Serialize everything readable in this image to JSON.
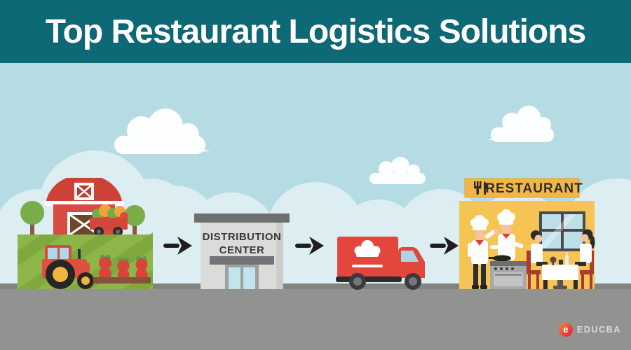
{
  "header": {
    "title": "Top Restaurant Logistics Solutions",
    "bg_color": "#0E6977",
    "text_color": "#FFFFFF"
  },
  "stages": {
    "farm": {
      "name": "farm",
      "elements": [
        "red-barn",
        "harvest-wagon",
        "red-tractor",
        "tomato-crops",
        "trees",
        "striped-green-field"
      ]
    },
    "distribution_center": {
      "sign_line1": "DISTRIBUTION",
      "sign_line2": "CENTER"
    },
    "delivery_truck": {
      "logo_icon": "chef-hat-icon"
    },
    "restaurant": {
      "sign_text": "RESTAURANT",
      "sign_icon": "fork-knife-icon",
      "elements": [
        "chefs-cooking",
        "stove",
        "diners-at-table",
        "window"
      ]
    }
  },
  "flow": {
    "direction": "left-to-right",
    "arrow_count": 3,
    "arrow_color": "#1E1E1E"
  },
  "branding": {
    "logo_text": "EDUCBA",
    "logo_monogram": "e",
    "logo_red": "#E03A3C"
  },
  "colors": {
    "sky": "#B5DCE3",
    "horizon_clouds": "#DDEEF3",
    "cloud_white": "#FDFEFF",
    "road": "#929290",
    "field_green": "#8DB549",
    "barn_red": "#D6493D",
    "truck_red": "#E2463C",
    "restaurant_yellow": "#F6C454",
    "building_gray": "#DBDCDA"
  }
}
